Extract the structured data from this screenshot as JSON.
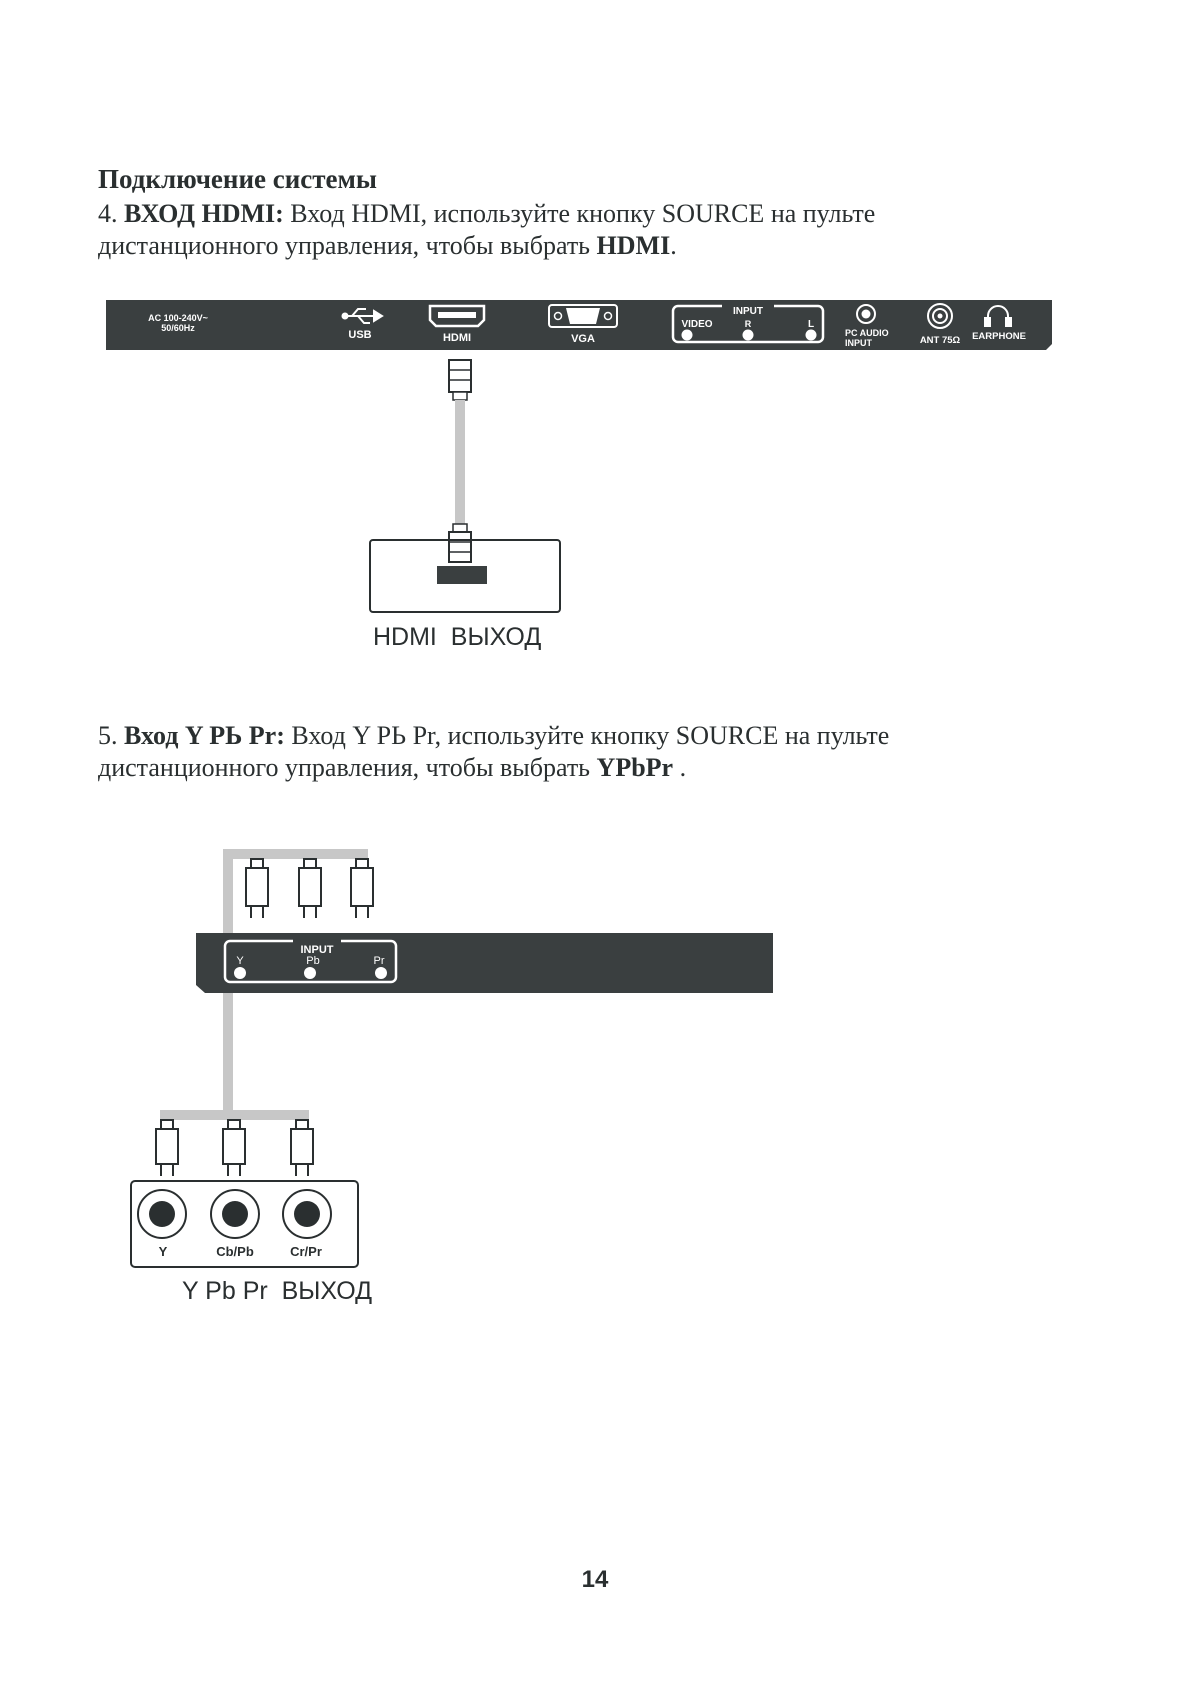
{
  "page": {
    "heading": "Подключение системы",
    "page_number": "14"
  },
  "section_hdmi": {
    "number": "4",
    "title": "ВХОД HDMI:",
    "text": " Вход HDMI, используйте кнопку SOURCE на пульте",
    "line2": "дистанционного управления, чтобы выбрать ",
    "target": "HDMI",
    "end": "."
  },
  "section_ypbpr": {
    "number": "5. ",
    "title": "Вход Y PЬ Pr:",
    "text": " Вход Y PЬ Pr, используйте кнопку SOURCE на пульте",
    "line2": "дистанционного управления, чтобы выбрать ",
    "target": "YPbPr",
    "end": " ."
  },
  "tv_panel": {
    "power": "AC 100-240V~",
    "power_freq": "50/60Hz",
    "usb": "USB",
    "hdmi": "HDMI",
    "vga": "VGA",
    "input": "INPUT",
    "video": "VIDEO",
    "r": "R",
    "l": "L",
    "pc_audio": "PC AUDIO",
    "pc_audio2": "INPUT",
    "ant": "ANT 75Ω",
    "earphone": "EARPHONE"
  },
  "hdmi_device": {
    "caption": "HDMI  ВЫХОД"
  },
  "component_panel": {
    "input": "INPUT",
    "y": "Y",
    "pb": "Pb",
    "pr": "Pr"
  },
  "ypbpr_device": {
    "y": "Y",
    "cb": "Cb/Pb",
    "cr": "Cr/Pr",
    "caption": "Y Pb Pr  ВЫХОД"
  }
}
